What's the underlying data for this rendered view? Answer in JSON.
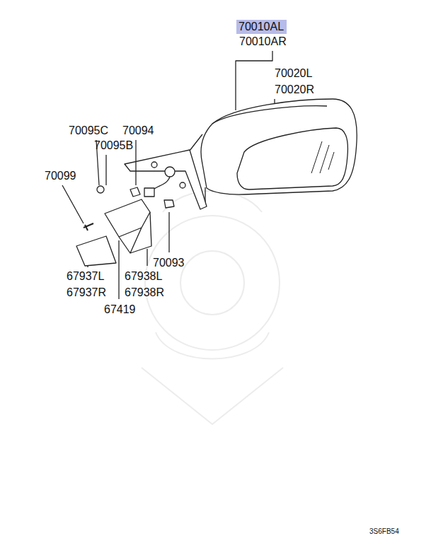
{
  "diagram": {
    "nodes": [
      {
        "text": [
          "70010AL"
        ]
      }
    ],
    "labels": [
      "70010AR",
      "70020L",
      "70020R",
      "70095C",
      "70094",
      "70095B",
      "70099",
      "70093",
      "67937L",
      "67937R",
      "67938L",
      "67938R",
      "67419",
      "3S6FB54"
    ]
  }
}
